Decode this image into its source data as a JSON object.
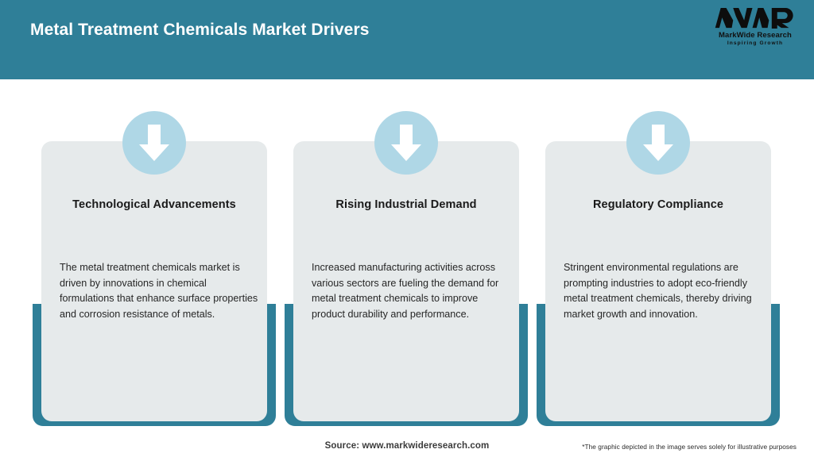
{
  "header": {
    "title": "Metal Treatment Chemicals Market Drivers",
    "bg_color": "#2F7F98",
    "title_color": "#FFFFFF"
  },
  "logo": {
    "mark": "MWR",
    "name": "MarkWide Research",
    "tagline": "Inspiring Growth"
  },
  "cards": [
    {
      "icon": "down-arrow-icon",
      "title": "Technological Advancements",
      "text": "The metal treatment chemicals market is driven by innovations in chemical formulations that enhance surface properties and corrosion resistance of metals."
    },
    {
      "icon": "down-arrow-icon",
      "title": "Rising Industrial Demand",
      "text": "Increased manufacturing activities across various sectors are fueling the demand for metal treatment chemicals to improve product durability and performance."
    },
    {
      "icon": "down-arrow-icon",
      "title": "Regulatory Compliance",
      "text": "Stringent environmental regulations are prompting industries to adopt eco-friendly metal treatment chemicals, thereby driving market growth and innovation."
    }
  ],
  "footer": {
    "source": "Source: www.markwideresearch.com",
    "disclaimer": "*The graphic depicted in the image serves solely for illustrative purposes"
  },
  "colors": {
    "teal": "#2F7F98",
    "card_bg": "#E6EAEB",
    "badge_blue": "#AFD7E6",
    "arrow_white": "#FFFFFF"
  }
}
